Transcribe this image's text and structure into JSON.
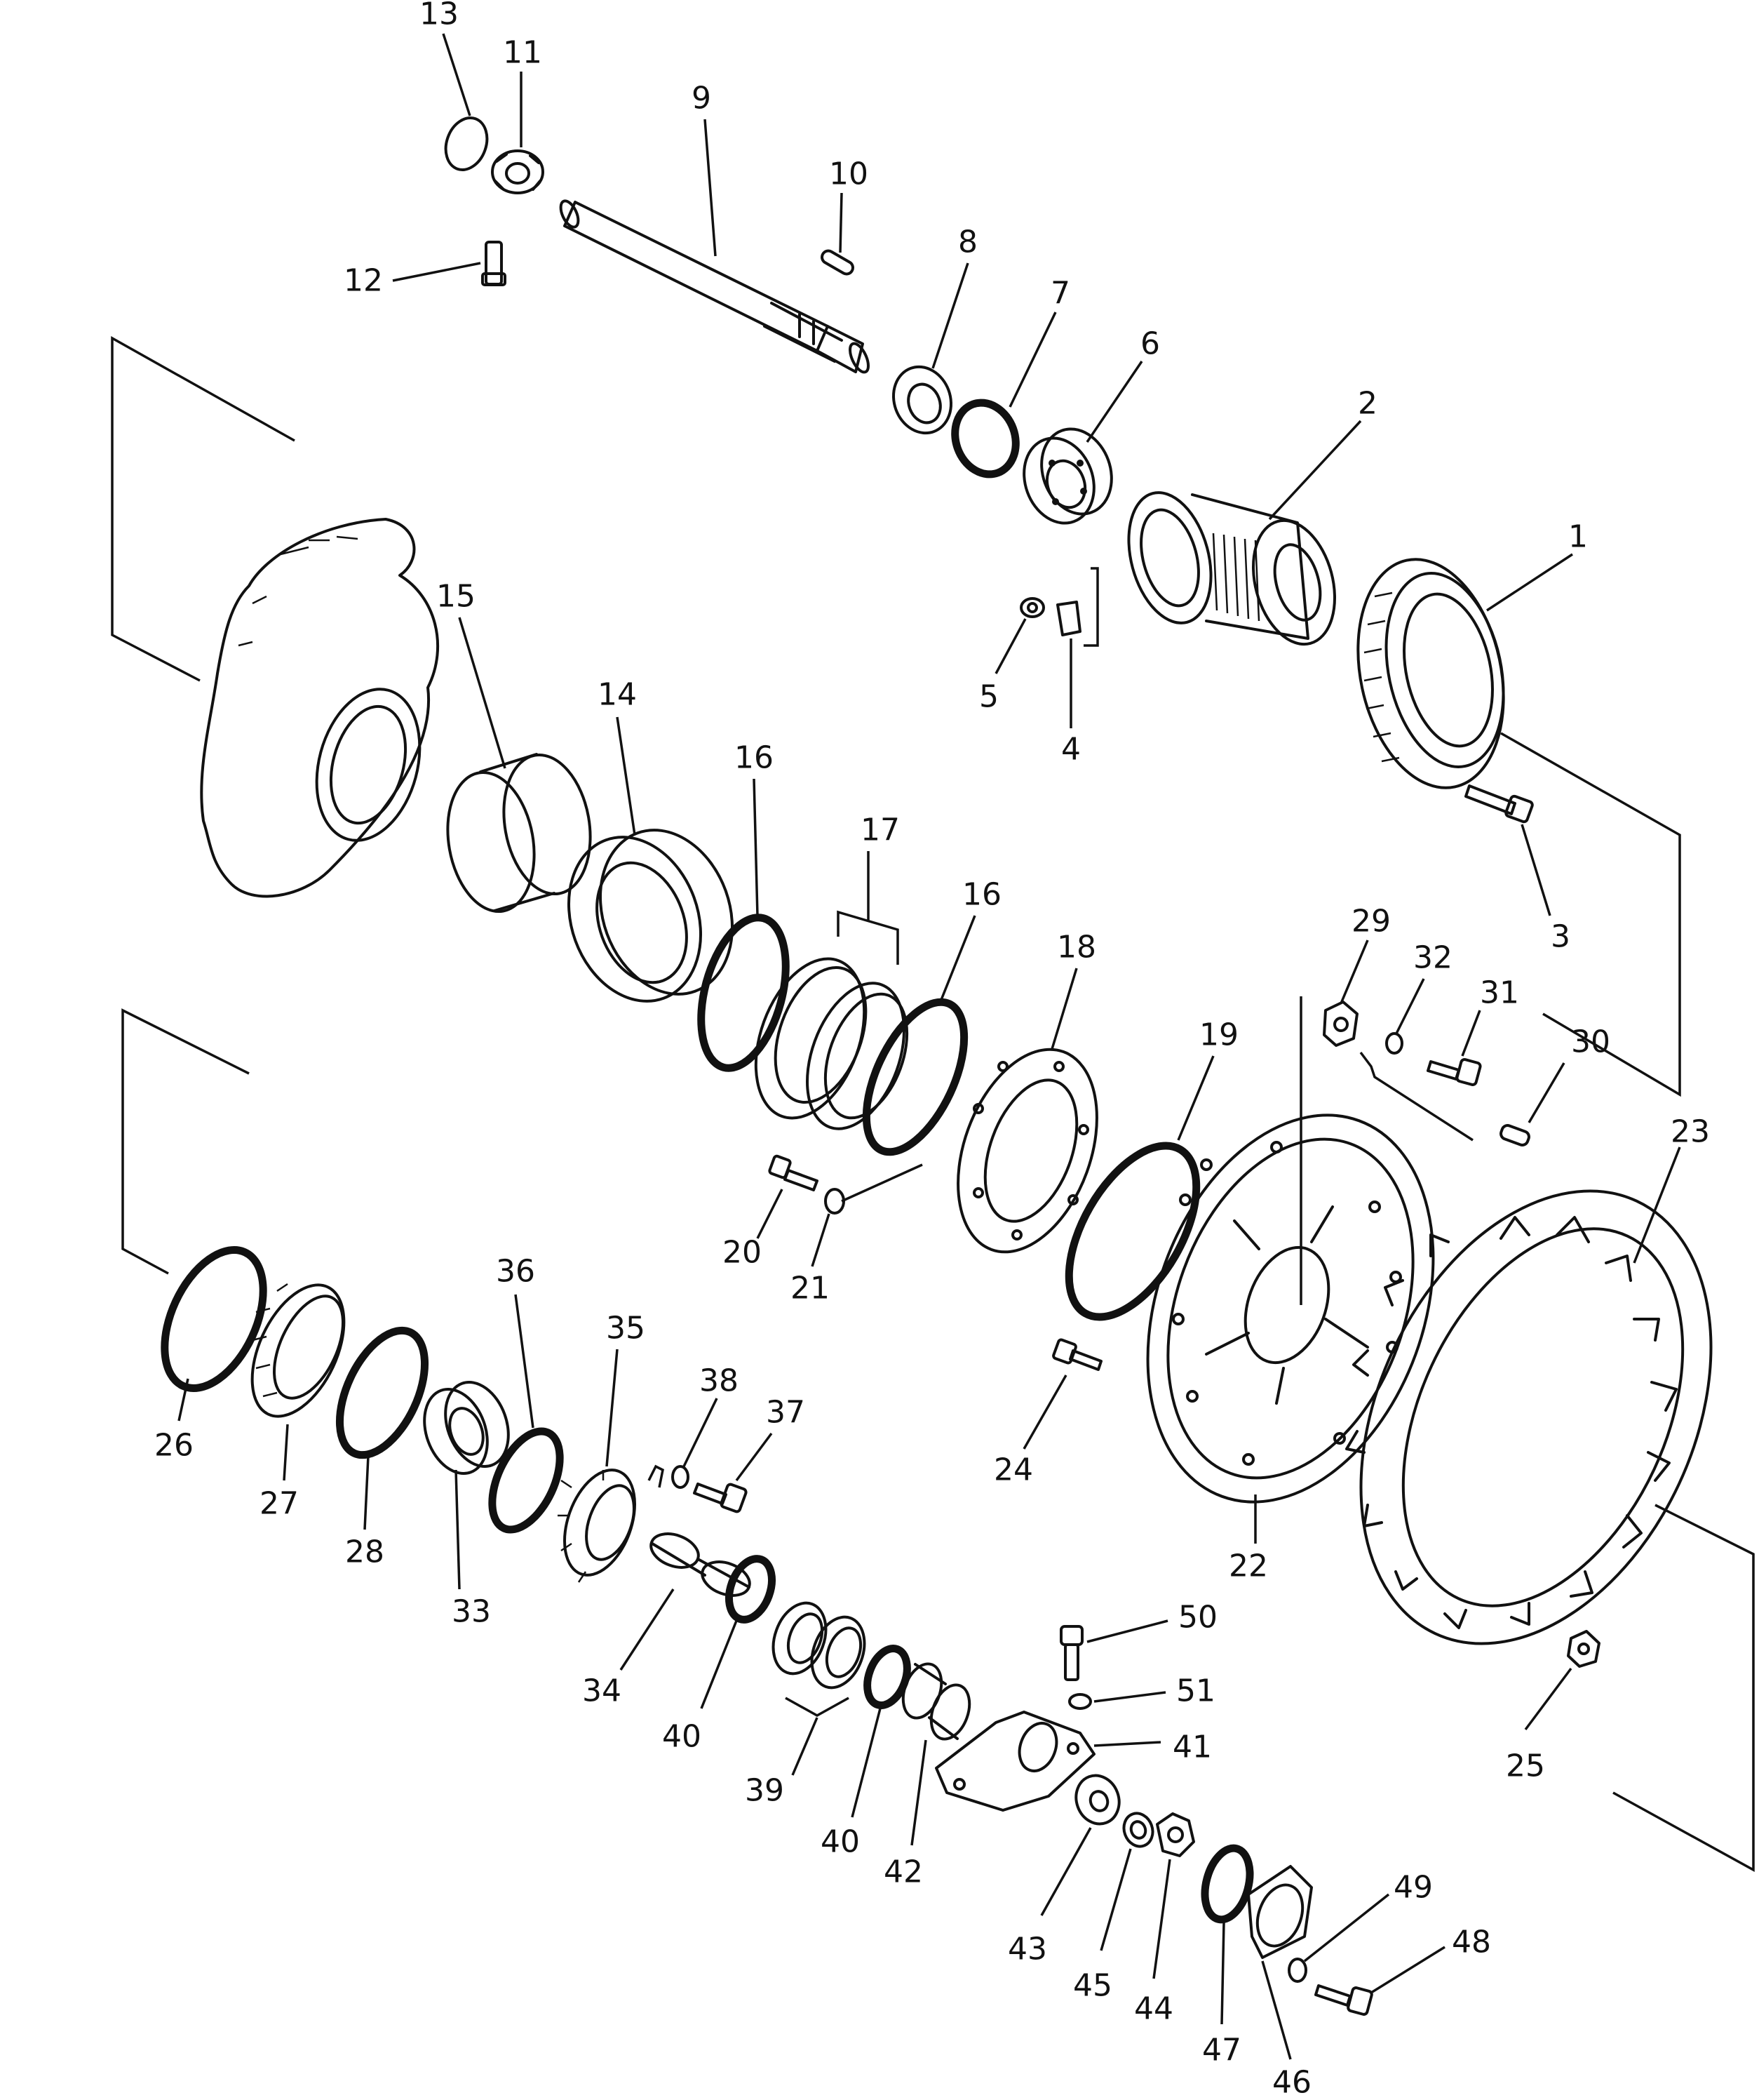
{
  "callouts": [
    {
      "id": "c1",
      "label": "1"
    },
    {
      "id": "c2",
      "label": "2"
    },
    {
      "id": "c3",
      "label": "3"
    },
    {
      "id": "c4",
      "label": "4"
    },
    {
      "id": "c5",
      "label": "5"
    },
    {
      "id": "c6",
      "label": "6"
    },
    {
      "id": "c7",
      "label": "7"
    },
    {
      "id": "c8",
      "label": "8"
    },
    {
      "id": "c9",
      "label": "9"
    },
    {
      "id": "c10",
      "label": "10"
    },
    {
      "id": "c11",
      "label": "11"
    },
    {
      "id": "c12",
      "label": "12"
    },
    {
      "id": "c13",
      "label": "13"
    },
    {
      "id": "c14",
      "label": "14"
    },
    {
      "id": "c15",
      "label": "15"
    },
    {
      "id": "c16a",
      "label": "16"
    },
    {
      "id": "c16b",
      "label": "16"
    },
    {
      "id": "c17",
      "label": "17"
    },
    {
      "id": "c18",
      "label": "18"
    },
    {
      "id": "c19",
      "label": "19"
    },
    {
      "id": "c20",
      "label": "20"
    },
    {
      "id": "c21",
      "label": "21"
    },
    {
      "id": "c22",
      "label": "22"
    },
    {
      "id": "c23",
      "label": "23"
    },
    {
      "id": "c24",
      "label": "24"
    },
    {
      "id": "c25",
      "label": "25"
    },
    {
      "id": "c26",
      "label": "26"
    },
    {
      "id": "c27",
      "label": "27"
    },
    {
      "id": "c28",
      "label": "28"
    },
    {
      "id": "c29",
      "label": "29"
    },
    {
      "id": "c30",
      "label": "30"
    },
    {
      "id": "c31",
      "label": "31"
    },
    {
      "id": "c32",
      "label": "32"
    },
    {
      "id": "c33",
      "label": "33"
    },
    {
      "id": "c34",
      "label": "34"
    },
    {
      "id": "c35",
      "label": "35"
    },
    {
      "id": "c36",
      "label": "36"
    },
    {
      "id": "c37",
      "label": "37"
    },
    {
      "id": "c38",
      "label": "38"
    },
    {
      "id": "c39",
      "label": "39"
    },
    {
      "id": "c40a",
      "label": "40"
    },
    {
      "id": "c40b",
      "label": "40"
    },
    {
      "id": "c41",
      "label": "41"
    },
    {
      "id": "c42",
      "label": "42"
    },
    {
      "id": "c43",
      "label": "43"
    },
    {
      "id": "c44",
      "label": "44"
    },
    {
      "id": "c45",
      "label": "45"
    },
    {
      "id": "c46",
      "label": "46"
    },
    {
      "id": "c47",
      "label": "47"
    },
    {
      "id": "c48",
      "label": "48"
    },
    {
      "id": "c49",
      "label": "49"
    },
    {
      "id": "c50",
      "label": "50"
    },
    {
      "id": "c51",
      "label": "51"
    }
  ]
}
